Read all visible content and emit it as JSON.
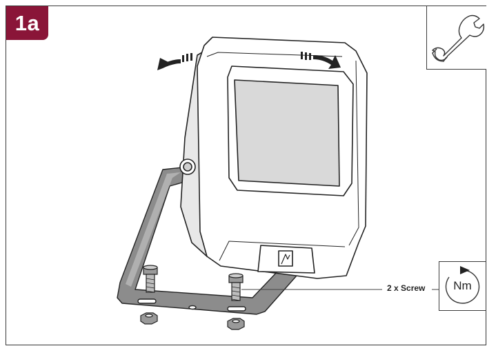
{
  "step": {
    "label": "1a",
    "color": "#8a1538"
  },
  "tool": {
    "icon": "wrench-icon"
  },
  "callout": {
    "label": "2 x Screw"
  },
  "torque": {
    "unit": "Nm",
    "icon": "torque-rotation-icon"
  },
  "figure": {
    "rotation_arrows": [
      "rotate-left-arrow-icon",
      "rotate-right-arrow-icon"
    ],
    "parts": [
      "floodlight-housing",
      "mounting-bracket",
      "screw",
      "nut"
    ],
    "colors": {
      "lens": "#d9d9d9",
      "bracket": "#8c8c8c",
      "outline": "#222222"
    }
  }
}
